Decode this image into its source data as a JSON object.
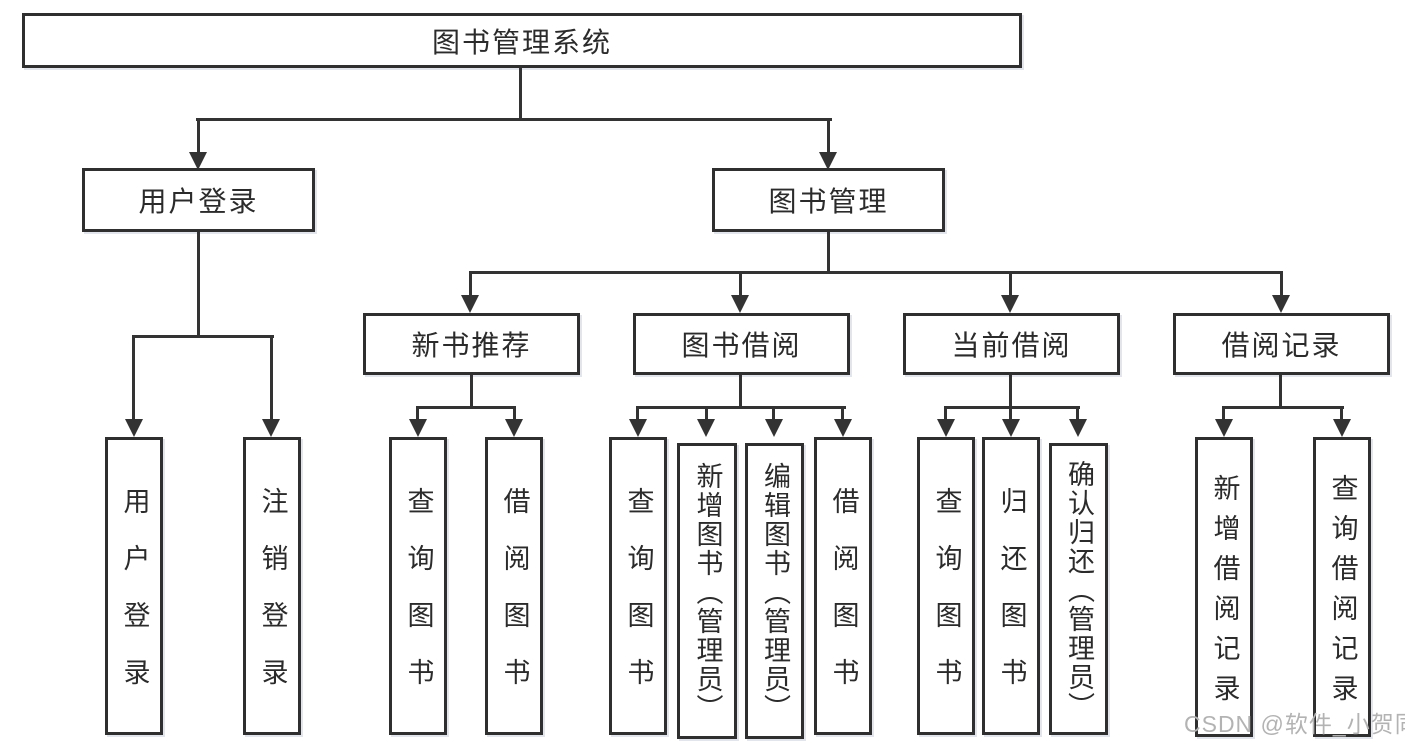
{
  "nodes": {
    "root": "图书管理系统",
    "user_login": "用户登录",
    "book_management": "图书管理",
    "new_book_recommend": "新书推荐",
    "book_borrow": "图书借阅",
    "current_borrow": "当前借阅",
    "borrow_record": "借阅记录",
    "user_login_child": "用户登录",
    "logout": "注销登录",
    "nb_query_book": "查询图书",
    "nb_borrow_book": "借阅图书",
    "bb_query_book": "查询图书",
    "bb_add_book": "新增图书（管理员）",
    "bb_edit_book": "编辑图书（管理员）",
    "bb_borrow_book": "借阅图书",
    "cb_query_book": "查询图书",
    "cb_return_book": "归还图书",
    "cb_confirm_return": "确认归还（管理员）",
    "br_add_record": "新增借阅记录",
    "br_query_record": "查询借阅记录"
  },
  "watermark": "CSDN @软件_小贺同学",
  "colors": {
    "line": "#333333",
    "border": "#2f2f2f",
    "text": "#2b2b2b",
    "watermark": "#b3b3b3",
    "background": "#ffffff"
  }
}
